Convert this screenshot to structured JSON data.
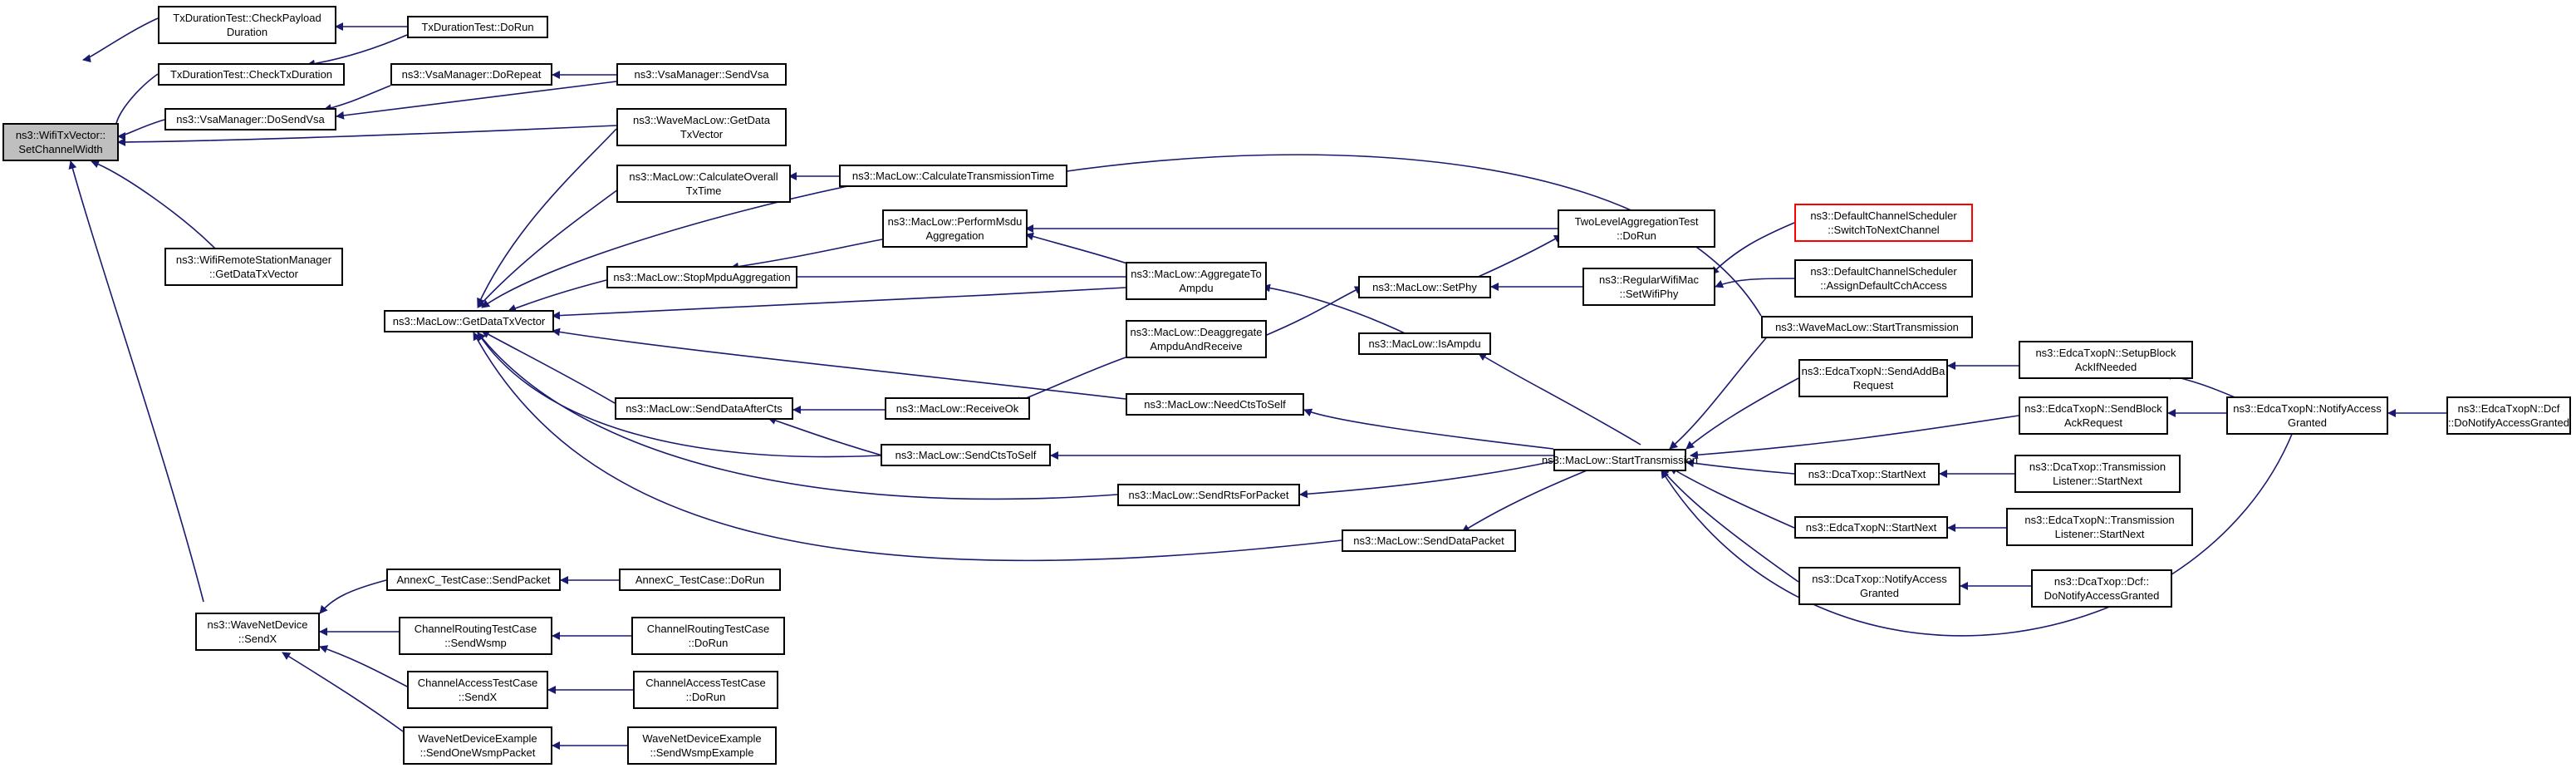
{
  "colors": {
    "edge": "#191970",
    "root_fill": "#bfbfbf",
    "node_border": "#000000",
    "alert_border": "#ff0000"
  },
  "nodes": {
    "root": {
      "lines": [
        "ns3::WifiTxVector::",
        "SetChannelWidth"
      ]
    },
    "txdur_check_payload": {
      "lines": [
        "TxDurationTest::CheckPayload",
        "Duration"
      ]
    },
    "txdur_dorun": {
      "lines": [
        "TxDurationTest::DoRun"
      ]
    },
    "txdur_check_tx": {
      "lines": [
        "TxDurationTest::CheckTxDuration"
      ]
    },
    "vsa_dorepeat": {
      "lines": [
        "ns3::VsaManager::DoRepeat"
      ]
    },
    "vsa_sendvsa": {
      "lines": [
        "ns3::VsaManager::SendVsa"
      ]
    },
    "vsa_dosendvsa": {
      "lines": [
        "ns3::VsaManager::DoSendVsa"
      ]
    },
    "wave_getdata": {
      "lines": [
        "ns3::WaveMacLow::GetData",
        "TxVector"
      ]
    },
    "maclow_calc_overall": {
      "lines": [
        "ns3::MacLow::CalculateOverall",
        "TxTime"
      ]
    },
    "maclow_calc_tx": {
      "lines": [
        "ns3::MacLow::CalculateTransmissionTime"
      ]
    },
    "maclow_perform_msdu": {
      "lines": [
        "ns3::MacLow::PerformMsdu",
        "Aggregation"
      ]
    },
    "twolevel_dorun": {
      "lines": [
        "TwoLevelAggregationTest",
        "::DoRun"
      ]
    },
    "default_switch": {
      "lines": [
        "ns3::DefaultChannelScheduler",
        "::SwitchToNextChannel"
      ]
    },
    "remote_getdata": {
      "lines": [
        "ns3::WifiRemoteStationManager",
        "::GetDataTxVector"
      ]
    },
    "maclow_stop_mpdu": {
      "lines": [
        "ns3::MacLow::StopMpduAggregation"
      ]
    },
    "maclow_aggregate": {
      "lines": [
        "ns3::MacLow::AggregateTo",
        "Ampdu"
      ]
    },
    "maclow_setphy": {
      "lines": [
        "ns3::MacLow::SetPhy"
      ]
    },
    "regular_setwifiphy": {
      "lines": [
        "ns3::RegularWifiMac",
        "::SetWifiPhy"
      ]
    },
    "default_assign": {
      "lines": [
        "ns3::DefaultChannelScheduler",
        "::AssignDefaultCchAccess"
      ]
    },
    "maclow_getdata": {
      "lines": [
        "ns3::MacLow::GetDataTxVector"
      ]
    },
    "maclow_isampdu": {
      "lines": [
        "ns3::MacLow::IsAmpdu"
      ]
    },
    "wave_start_tx": {
      "lines": [
        "ns3::WaveMacLow::StartTransmission"
      ]
    },
    "maclow_deaggregate": {
      "lines": [
        "ns3::MacLow::Deaggregate",
        "AmpduAndReceive"
      ]
    },
    "edca_setup_block": {
      "lines": [
        "ns3::EdcaTxopN::SetupBlock",
        "AckIfNeeded"
      ]
    },
    "edca_send_addba": {
      "lines": [
        "ns3::EdcaTxopN::SendAddBa",
        "Request"
      ]
    },
    "maclow_send_data_after_cts": {
      "lines": [
        "ns3::MacLow::SendDataAfterCts"
      ]
    },
    "maclow_receive_ok": {
      "lines": [
        "ns3::MacLow::ReceiveOk"
      ]
    },
    "maclow_need_cts": {
      "lines": [
        "ns3::MacLow::NeedCtsToSelf"
      ]
    },
    "edca_send_block_ack": {
      "lines": [
        "ns3::EdcaTxopN::SendBlock",
        "AckRequest"
      ]
    },
    "edca_notify_access": {
      "lines": [
        "ns3::EdcaTxopN::NotifyAccess",
        "Granted"
      ]
    },
    "edca_dcf_notify": {
      "lines": [
        "ns3::EdcaTxopN::Dcf",
        "::DoNotifyAccessGranted"
      ]
    },
    "maclow_send_cts_self": {
      "lines": [
        "ns3::MacLow::SendCtsToSelf"
      ]
    },
    "maclow_start_tx": {
      "lines": [
        "ns3::MacLow::StartTransmission"
      ]
    },
    "dca_startnext": {
      "lines": [
        "ns3::DcaTxop::StartNext"
      ]
    },
    "dca_listener_startnext": {
      "lines": [
        "ns3::DcaTxop::Transmission",
        "Listener::StartNext"
      ]
    },
    "maclow_send_rts": {
      "lines": [
        "ns3::MacLow::SendRtsForPacket"
      ]
    },
    "maclow_send_data_packet": {
      "lines": [
        "ns3::MacLow::SendDataPacket"
      ]
    },
    "edca_startnext": {
      "lines": [
        "ns3::EdcaTxopN::StartNext"
      ]
    },
    "edca_listener_startnext": {
      "lines": [
        "ns3::EdcaTxopN::Transmission",
        "Listener::StartNext"
      ]
    },
    "annexc_sendpacket": {
      "lines": [
        "AnnexC_TestCase::SendPacket"
      ]
    },
    "annexc_dorun": {
      "lines": [
        "AnnexC_TestCase::DoRun"
      ]
    },
    "dca_notify_access": {
      "lines": [
        "ns3::DcaTxop::NotifyAccess",
        "Granted"
      ]
    },
    "dca_dcf_notify": {
      "lines": [
        "ns3::DcaTxop::Dcf::",
        "DoNotifyAccessGranted"
      ]
    },
    "wave_sendx": {
      "lines": [
        "ns3::WaveNetDevice",
        "::SendX"
      ]
    },
    "routing_sendwsmp": {
      "lines": [
        "ChannelRoutingTestCase",
        "::SendWsmp"
      ]
    },
    "routing_dorun": {
      "lines": [
        "ChannelRoutingTestCase",
        "::DoRun"
      ]
    },
    "access_sendx": {
      "lines": [
        "ChannelAccessTestCase",
        "::SendX"
      ]
    },
    "access_dorun": {
      "lines": [
        "ChannelAccessTestCase",
        "::DoRun"
      ]
    },
    "example_send_one": {
      "lines": [
        "WaveNetDeviceExample",
        "::SendOneWsmpPacket"
      ]
    },
    "example_send_wsmp": {
      "lines": [
        "WaveNetDeviceExample",
        "::SendWsmpExample"
      ]
    }
  }
}
